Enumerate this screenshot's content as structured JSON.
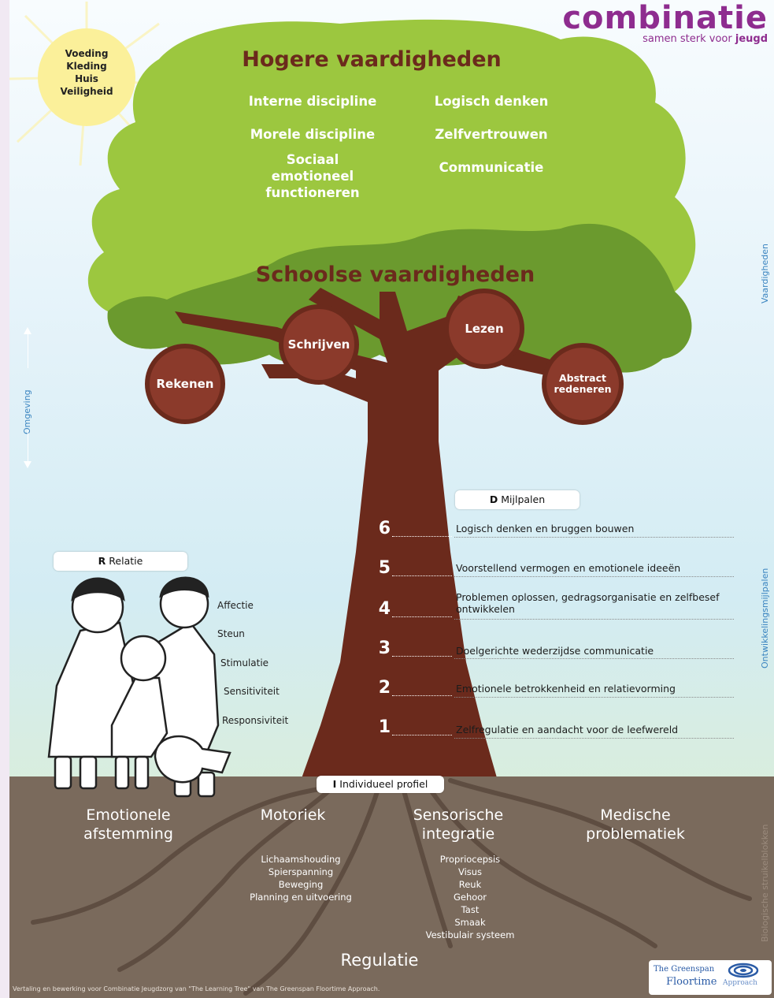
{
  "logo": {
    "brand": "combinatie",
    "tagline_prefix": "samen sterk voor ",
    "tagline_bold": "jeugd"
  },
  "sun": {
    "lines": [
      "Voeding",
      "Kleding",
      "Huis",
      "Veiligheid"
    ]
  },
  "crown": {
    "title": "Hogere vaardigheden",
    "skills_left": [
      "Interne discipline",
      "Morele discipline",
      "Sociaal emotioneel functioneren"
    ],
    "skills_right": [
      "Logisch denken",
      "Zelfvertrouwen",
      "Communicatie"
    ]
  },
  "school": {
    "title": "Schoolse vaardigheden",
    "circles": [
      "Rekenen",
      "Schrijven",
      "Lezen",
      "Abstract redeneren"
    ]
  },
  "side_labels": {
    "left": "Omgeving",
    "right_top": "Vaardigheden",
    "right_middle": "Ontwikkelingsmijlpalen",
    "right_bottom": "Biologische struikelblokken"
  },
  "milestones": {
    "header_letter": "D",
    "header_text": "Mijlpalen",
    "items": [
      {
        "num": "6",
        "text": "Logisch denken en bruggen bouwen"
      },
      {
        "num": "5",
        "text": "Voorstellend vermogen en emotionele ideeën"
      },
      {
        "num": "4",
        "text": "Problemen oplossen, gedragsorganisatie en zelfbesef ontwikkelen"
      },
      {
        "num": "3",
        "text": "Doelgerichte wederzijdse communicatie"
      },
      {
        "num": "2",
        "text": "Emotionele betrokkenheid en relatievorming"
      },
      {
        "num": "1",
        "text": "Zelfregulatie en aandacht voor de leefwereld"
      }
    ]
  },
  "relation": {
    "header_letter": "R",
    "header_text": "Relatie",
    "items": [
      "Affectie",
      "Steun",
      "Stimulatie",
      "Sensitiviteit",
      "Responsiviteit"
    ]
  },
  "profile": {
    "header_letter": "I",
    "header_text": "Individueel profiel",
    "columns": [
      {
        "title": "Emotionele afstemming",
        "items": []
      },
      {
        "title": "Motoriek",
        "items": [
          "Lichaamshouding",
          "Spierspanning",
          "Beweging",
          "Planning en uitvoering"
        ]
      },
      {
        "title": "Sensorische integratie",
        "items": [
          "Propriocepsis",
          "Visus",
          "Reuk",
          "Gehoor",
          "Tast",
          "Smaak",
          "Vestibulair systeem"
        ]
      },
      {
        "title": "Medische problematiek",
        "items": []
      }
    ],
    "bottom_title": "Regulatie"
  },
  "footer": {
    "credit": "Vertaling en bewerking voor Combinatie Jeugdzorg van \"The Learning Tree\" van The Greenspan Floortime Approach.",
    "greenspan_small": "The Greenspan",
    "greenspan_big": "Floortime",
    "greenspan_suffix": "Approach"
  },
  "colors": {
    "crown_light": "#9cc73f",
    "crown_dark": "#6b9a2e",
    "trunk": "#6b2a1c",
    "soil": "#7a6a5c",
    "sun": "#fbf09a"
  }
}
